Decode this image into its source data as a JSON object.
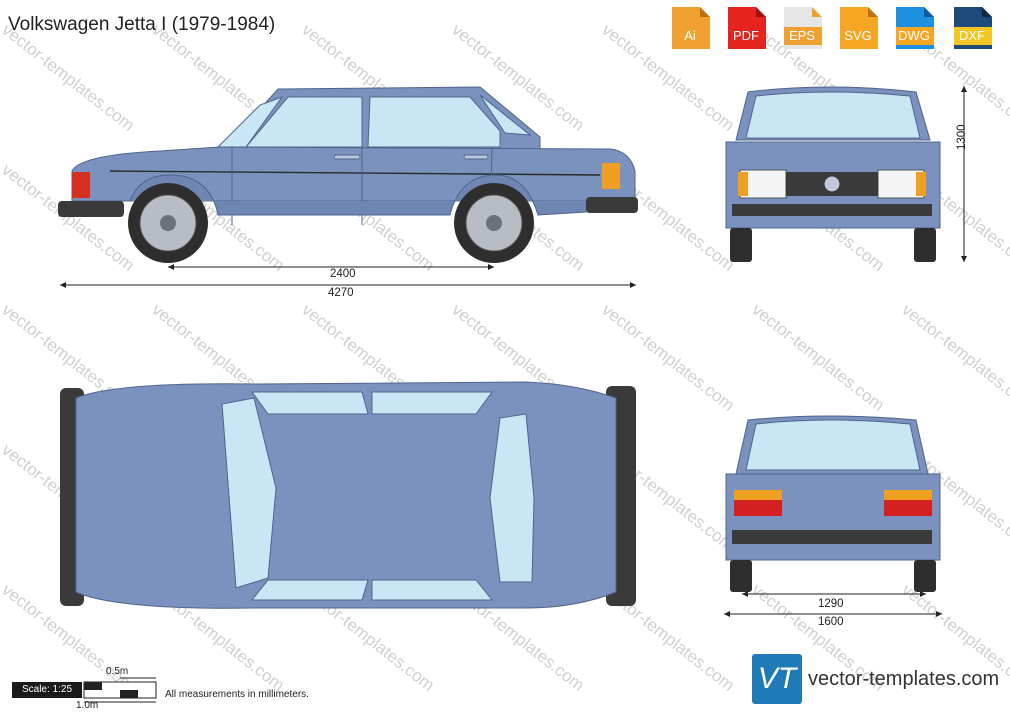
{
  "title": "Volkswagen Jetta I (1979-1984)",
  "formats": [
    {
      "label": "Ai",
      "color": "#f0a030"
    },
    {
      "label": "PDF",
      "color": "#e52420"
    },
    {
      "label": "EPS",
      "color": "#e8e8e8"
    },
    {
      "label": "SVG",
      "color": "#f5a623"
    },
    {
      "label": "DWG",
      "color": "#1e90e0"
    },
    {
      "label": "DXF",
      "color": "#1c4a7a"
    }
  ],
  "dimensions": {
    "wheelbase": "2400",
    "length": "4270",
    "height": "1300",
    "track": "1290",
    "width": "1600"
  },
  "scale": {
    "label": "Scale: 1:25",
    "half_meter": "0.5m",
    "one_meter": "1.0m"
  },
  "note": "All measurements in millimeters.",
  "brand": {
    "logo_text": "VT",
    "site": "vector-templates.com"
  },
  "watermark": "vector-templates.com",
  "colors": {
    "body": "#7a92bd",
    "glass": "#c9e6f5",
    "dark": "#3a3a3a"
  }
}
